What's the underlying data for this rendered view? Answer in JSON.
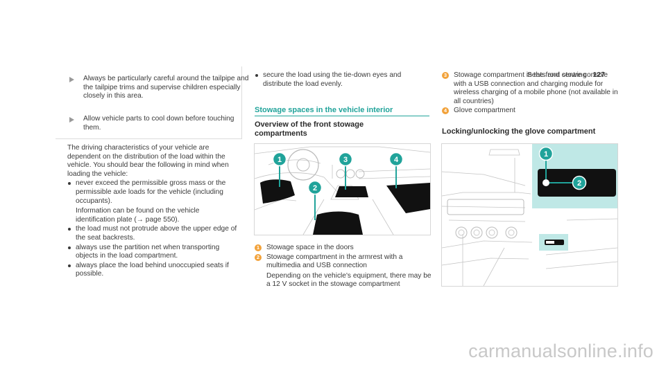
{
  "header": {
    "section": "Seats and stowing",
    "page_number": "127"
  },
  "warning": {
    "items": [
      "Always be particularly careful around the tailpipe and the tailpipe trims and supervise children especially closely in this area.",
      "Allow vehicle parts to cool down before touching them."
    ]
  },
  "driving": {
    "intro": "The driving characteristics of your vehicle are dependent on the distribution of the load within the vehicle. You should bear the following in mind when loading the vehicle:",
    "bullets": [
      {
        "text": "never exceed the permissible gross mass or the permissible axle loads for the vehicle (including occupants).",
        "extra": "Information can be found on the vehicle identification plate (→ page 550)."
      },
      {
        "text": "the load must not protrude above the upper edge of the seat backrests."
      },
      {
        "text": "always use the partition net when transporting objects in the load compartment."
      },
      {
        "text": "always place the load behind unoccupied seats if possible."
      }
    ]
  },
  "secure_bullet": "secure the load using the tie-down eyes and distribute the load evenly.",
  "stowage": {
    "heading": "Stowage spaces in the vehicle interior",
    "subheading": "Overview of the front stowage compartments",
    "figure_labels": [
      "1",
      "2",
      "3",
      "4"
    ],
    "legend": [
      {
        "num": "1",
        "text": "Stowage space in the doors"
      },
      {
        "num": "2",
        "text": "Stowage compartment in the armrest with a multimedia and USB connection",
        "extra": "Depending on the vehicle's equipment, there may be a 12 V socket in the stowage compartment"
      },
      {
        "num": "3",
        "text": "Stowage compartment in the front centre console with a USB connection and charging module for wireless charging of a mobile phone (not available in all countries)"
      },
      {
        "num": "4",
        "text": "Glove compartment"
      }
    ]
  },
  "glove": {
    "heading": "Locking/unlocking the glove compartment",
    "figure_labels": [
      "1",
      "2"
    ]
  },
  "watermark": "carmanualsonline.info",
  "colors": {
    "accent": "#20a39a",
    "badge": "#f2a23a",
    "callout_panel": "#bfe8e6"
  },
  "icons": {
    "warning_arrow": "triangle-right",
    "bullet": "dot"
  }
}
